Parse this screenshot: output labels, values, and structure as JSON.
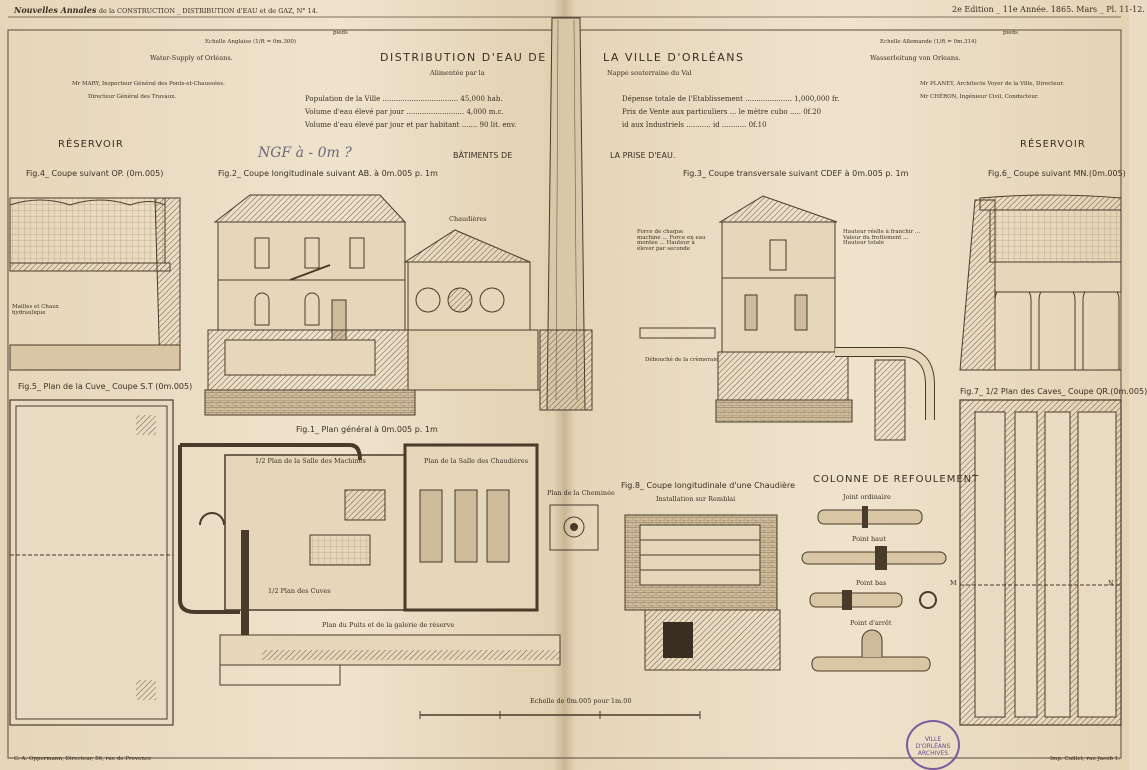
{
  "header": {
    "journal": "Nouvelles Annales",
    "journal_sub": "de la CONSTRUCTION _ DISTRIBUTION d'EAU et de GAZ, N° 14.",
    "edition": "2e Edition _ 11e Année. 1865. Mars _ Pl. 11-12.",
    "scale_note_left": "Echelle Anglaise (1/ft = 0m.300)",
    "scale_note_right": "Echelle Allemande (1/ft = 0m.314)",
    "pieds_left": "pieds",
    "pieds_right": "pieds"
  },
  "title": {
    "part1": "DISTRIBUTION D'EAU DE",
    "part2": "LA VILLE D'ORLÉANS",
    "sub1": "Alimentée par la",
    "sub2": "Nappe souterraine du Val",
    "english": "Water-Supply of Orléans.",
    "german": "Wasserleitung von Orleans."
  },
  "credits": {
    "left1": "Mr MARY, Inspecteur Général des Ponts-et-Chaussées.",
    "left2": "Directeur Général des Travaux.",
    "right1": "Mr PLANEY, Architecte Voyer de la Ville, Directeur.",
    "right2": "Mr CHÉRON, Ingénieur Civil, Conducteur."
  },
  "stats_left": {
    "l1": "Population de la Ville .................................. 45,000 hab.",
    "l2": "Volume d'eau élevé par jour .......................... 4,000 m.c.",
    "l3": "Volume d'eau élevé par jour et par habitant ....... 90 lit. env."
  },
  "stats_right": {
    "l1": "Dépense totale de l'Etablissement ..................... 1,000,000 fr.",
    "l2": "Prix de Vente aux particuliers ... le mètre cubo ..... 0f.20",
    "l3": "id          aux Industriels ........... id ........... 0f.10"
  },
  "labels": {
    "reservoir_left": "RÉSERVOIR",
    "reservoir_right": "RÉSERVOIR",
    "batiments1": "BÂTIMENTS DE",
    "batiments2": "LA PRISE D'EAU.",
    "handwritten": "NGF à - 0m ?",
    "fig4": "Fig.4_ Coupe suivant OP. (0m.005)",
    "fig2": "Fig.2_ Coupe longitudinale suivant AB. à 0m.005 p. 1m",
    "fig3": "Fig.3_ Coupe transversale suivant CDEF à 0m.005 p. 1m",
    "fig6": "Fig.6_ Coupe suivant MN.(0m.005)",
    "fig5": "Fig.5_ Plan de la Cuve_ Coupe S.T (0m.005)",
    "fig1": "Fig.1_ Plan général à 0m.005 p. 1m",
    "fig7": "Fig.7_ 1/2 Plan des Caves_ Coupe QR.(0m.005)",
    "fig8": "Fig.8_ Coupe longitudinale d'une Chaudière",
    "fig8b": "Installation sur Remblai",
    "chaudieres": "Chaudières",
    "salle_machines": "1/2 Plan de la Salle des Machines",
    "salle_chaudieres": "Plan de la Salle des Chaudières",
    "plan_cheminee": "Plan de la Cheminée",
    "plan_cuves": "1/2 Plan des Cuves",
    "plan_puits": "Plan du Puits et de la galerie de réserve",
    "colonne": "COLONNE DE REFOULEMENT",
    "joint": "Joint ordinaire",
    "point_haut": "Point haut",
    "point_bas": "Point bas",
    "point_arret": "Point d'arrêt",
    "echelle": "Echelle de 0m.005 pour 1m.00",
    "debouche": "Débouché de la crèmeraie",
    "machine_info": "Force de chaque machine ... Force en eau montée ... Hauteur à élever par seconde",
    "heights": "Hauteur réelle à franchir ... Valeur du frottement ... Hauteur totale",
    "chemin_label": "Mailles et Chaux hydraulique",
    "letter_M": "M",
    "letter_N": "N"
  },
  "footer": {
    "left": "C. A. Oppermann, Directeur, 56, rue de Provence",
    "right": "Imp. Cuillet, rue Jacob 1.",
    "stamp": "VILLE D'ORLÉANS ARCHIVES"
  }
}
